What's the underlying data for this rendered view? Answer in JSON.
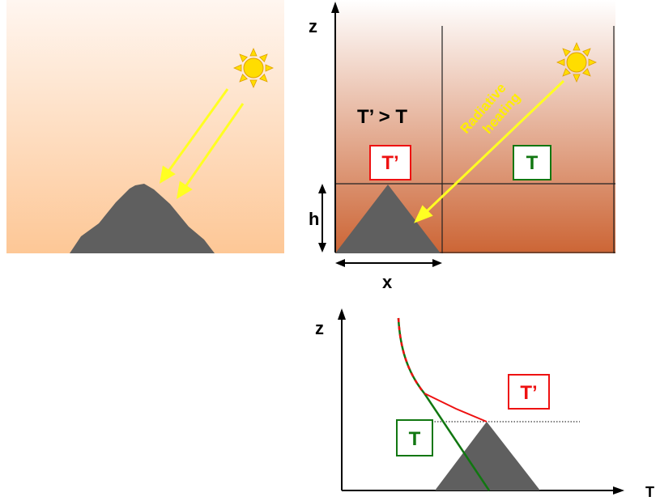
{
  "panel_b": {
    "axis_z": "z",
    "inequality": "T’ > T",
    "t_prime_box": "T’",
    "t_box": "T",
    "radiative_line1": "Radiative",
    "radiative_line2": "heating",
    "h_label": "h",
    "x_label": "x"
  },
  "panel_c": {
    "axis_z": "z",
    "axis_t": "T",
    "t_prime_box": "T’",
    "t_box": "T"
  },
  "colors": {
    "mountain": "#5f5f5f",
    "sun": "#ffdd00",
    "ray": "#ffff22",
    "warm_curve": "#ee1111",
    "reference_curve": "#117711"
  }
}
